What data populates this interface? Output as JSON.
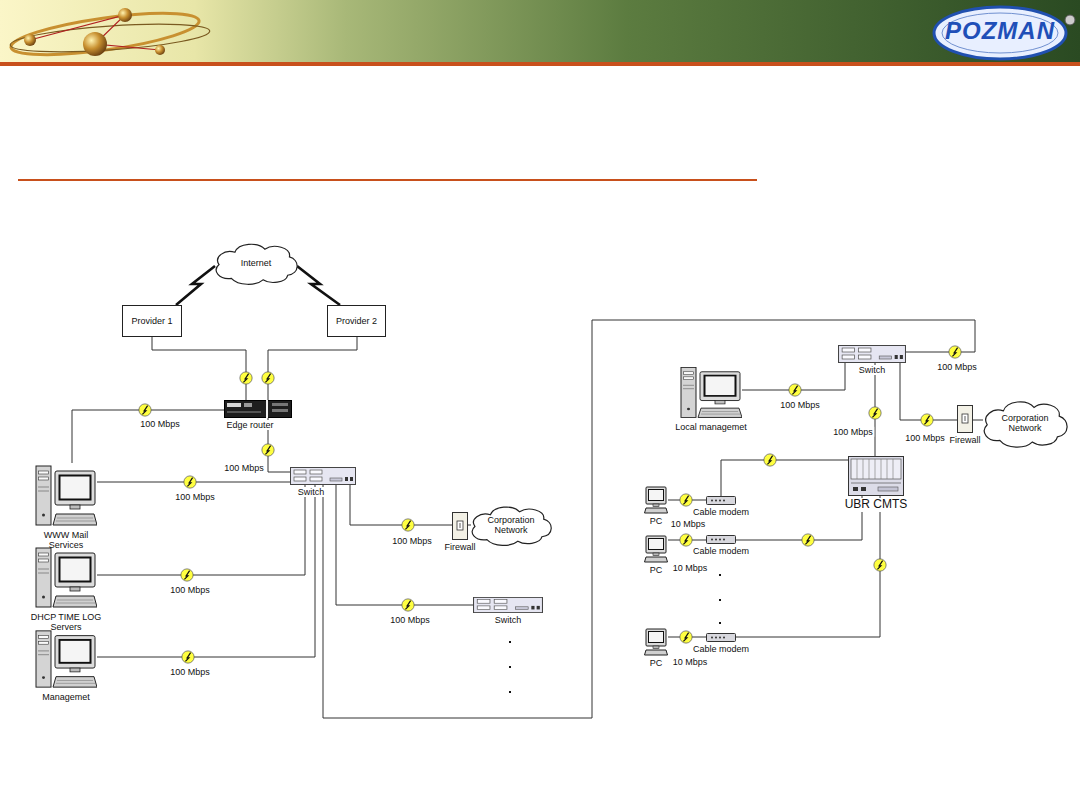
{
  "diagram": {
    "nodes": [
      {
        "text": [
          "Internet"
        ]
      },
      {
        "text": [
          "Provider 1"
        ]
      },
      {
        "text": [
          "Provider 2"
        ]
      },
      {
        "text": [
          "Edge router"
        ]
      },
      {
        "text": [
          "WWW Mail Services"
        ]
      },
      {
        "text": [
          "DHCP TIME LOG Servers"
        ]
      },
      {
        "text": [
          "Managemet"
        ]
      },
      {
        "text": [
          "Switch"
        ]
      },
      {
        "text": [
          "Firewall"
        ]
      },
      {
        "text": [
          "Corporation Network"
        ]
      },
      {
        "text": [
          "Switch"
        ]
      },
      {
        "text": [
          "Switch"
        ]
      },
      {
        "text": [
          "Local managemet"
        ]
      },
      {
        "text": [
          "Firewall"
        ]
      },
      {
        "text": [
          "Corporation Network"
        ]
      },
      {
        "text": [
          "UBR CMTS"
        ]
      },
      {
        "text": [
          "PC"
        ]
      },
      {
        "text": [
          "Cable modem"
        ]
      },
      {
        "text": [
          "PC"
        ]
      },
      {
        "text": [
          "Cable modem"
        ]
      },
      {
        "text": [
          "PC"
        ]
      },
      {
        "text": [
          "Cable modem"
        ]
      }
    ],
    "edges": [
      {
        "from": 0,
        "to": 1,
        "arrow": "none"
      },
      {
        "from": 0,
        "to": 2,
        "arrow": "none"
      },
      {
        "from": 1,
        "to": 3,
        "arrow": "none"
      },
      {
        "from": 2,
        "to": 3,
        "arrow": "none"
      },
      {
        "from": 3,
        "to": 4,
        "label": "100 Mbps",
        "arrow": "none"
      },
      {
        "from": 3,
        "to": 7,
        "label": "100 Mbps",
        "arrow": "none"
      },
      {
        "from": 4,
        "to": 7,
        "label": "100 Mbps",
        "arrow": "none"
      },
      {
        "from": 5,
        "to": 7,
        "label": "100 Mbps",
        "arrow": "none"
      },
      {
        "from": 6,
        "to": 7,
        "label": "100 Mbps",
        "arrow": "none"
      },
      {
        "from": 7,
        "to": 8,
        "label": "100 Mbps",
        "arrow": "none"
      },
      {
        "from": 8,
        "to": 9,
        "arrow": "none"
      },
      {
        "from": 7,
        "to": 10,
        "label": "100 Mbps",
        "arrow": "none"
      },
      {
        "from": 7,
        "to": 11,
        "label": "100 Mbps",
        "arrow": "none"
      },
      {
        "from": 12,
        "to": 11,
        "label": "100 Mbps",
        "arrow": "none"
      },
      {
        "from": 11,
        "to": 15,
        "label": "100 Mbps",
        "arrow": "none"
      },
      {
        "from": 11,
        "to": 13,
        "label": "100 Mbps",
        "arrow": "none"
      },
      {
        "from": 13,
        "to": 14,
        "arrow": "none"
      },
      {
        "from": 15,
        "to": 17,
        "arrow": "none"
      },
      {
        "from": 15,
        "to": 19,
        "arrow": "none"
      },
      {
        "from": 15,
        "to": 21,
        "arrow": "none"
      },
      {
        "from": 16,
        "to": 17,
        "label": "10 Mbps",
        "arrow": "none"
      },
      {
        "from": 18,
        "to": 19,
        "label": "10 Mbps",
        "arrow": "none"
      },
      {
        "from": 20,
        "to": 21,
        "label": "10 Mbps",
        "arrow": "none"
      }
    ],
    "labels": [
      "POZMAN"
    ]
  }
}
